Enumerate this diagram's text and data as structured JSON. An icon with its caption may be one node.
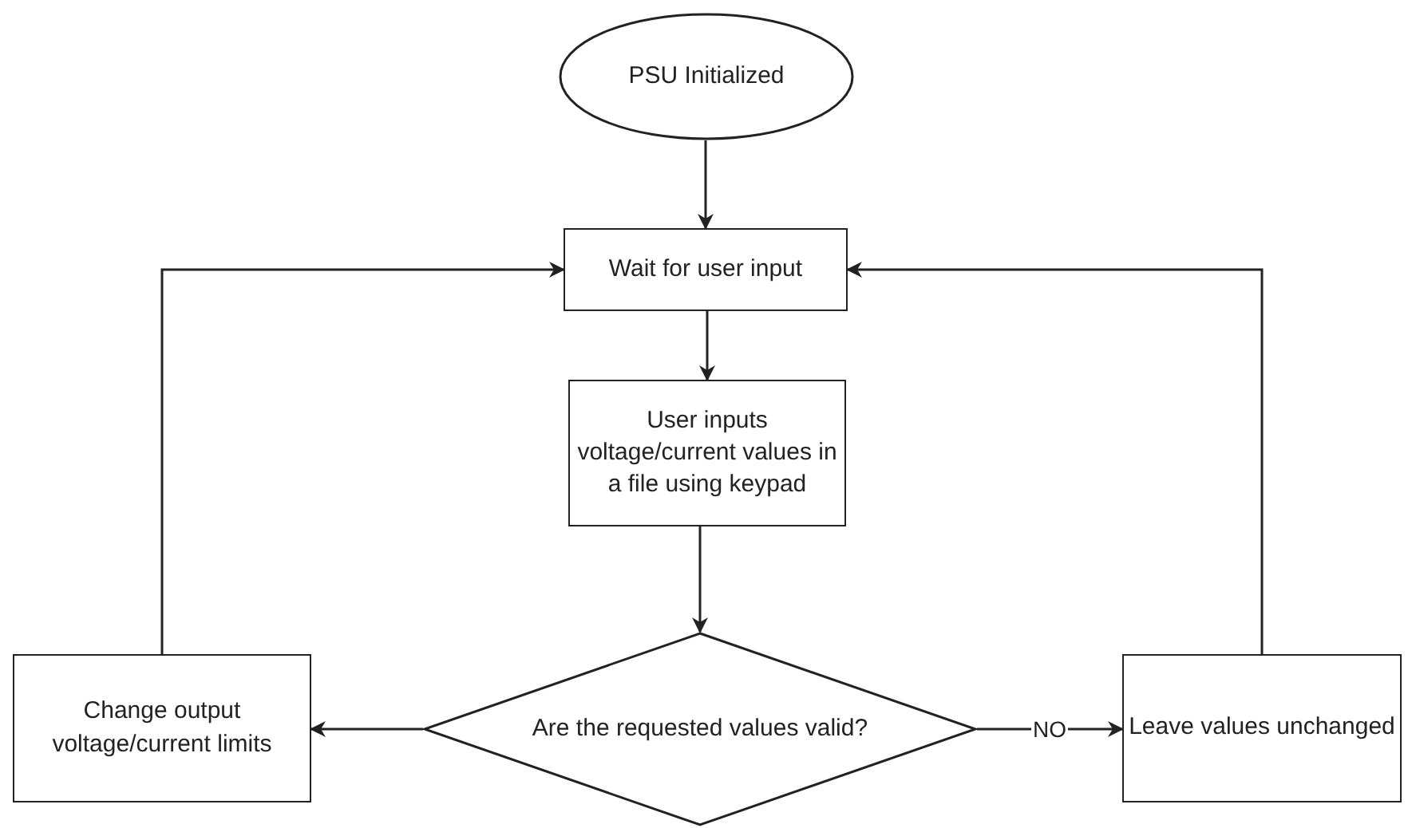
{
  "diagram": {
    "nodes": [
      {
        "text": [
          "PSU Initialized"
        ]
      },
      {
        "text": [
          "Wait for user input"
        ]
      },
      {
        "text": [
          "User inputs voltage/current values in a file using keypad"
        ]
      },
      {
        "text": [
          "Are the requested values valid?"
        ]
      },
      {
        "text": [
          "Change output voltage/current limits"
        ]
      },
      {
        "text": [
          "Leave values unchanged"
        ]
      }
    ],
    "edges": [
      {
        "from": 0,
        "to": 1,
        "arrow": "to"
      },
      {
        "from": 1,
        "to": 2,
        "arrow": "to"
      },
      {
        "from": 2,
        "to": 3,
        "arrow": "to"
      },
      {
        "from": 3,
        "to": 4,
        "arrow": "to"
      },
      {
        "from": 3,
        "to": 5,
        "arrow": "to",
        "label": "NO"
      },
      {
        "from": 4,
        "to": 1,
        "arrow": "to"
      },
      {
        "from": 5,
        "to": 1,
        "arrow": "to"
      }
    ]
  }
}
